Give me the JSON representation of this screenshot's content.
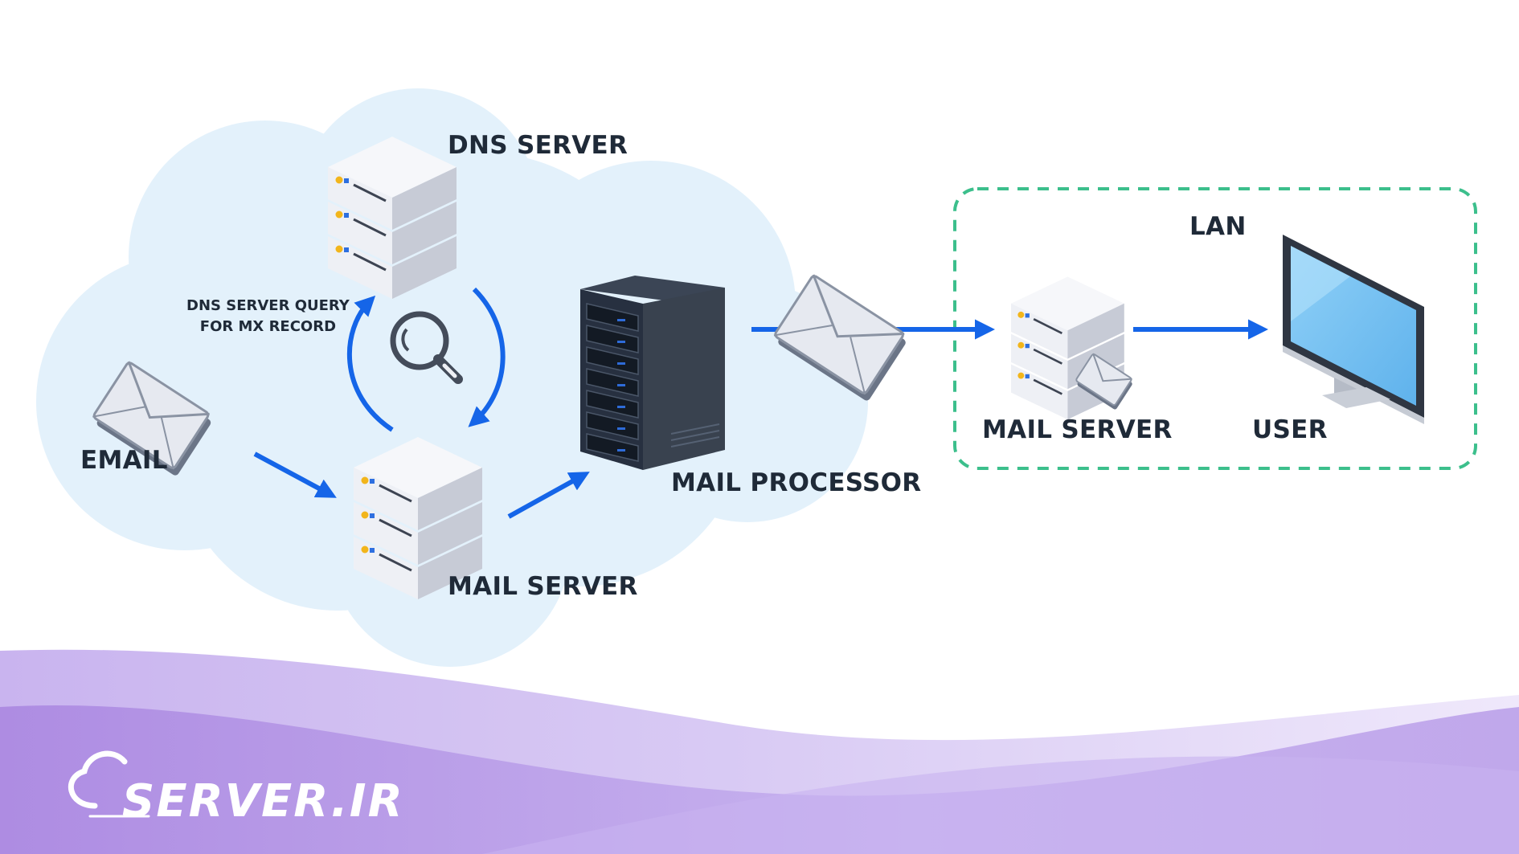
{
  "diagram": {
    "labels": {
      "dns_server": "DNS SERVER",
      "dns_query_line1": "DNS SERVER QUERY",
      "dns_query_line2": "FOR MX RECORD",
      "email": "EMAIL",
      "mail_server_cloud": "MAIL SERVER",
      "mail_processor": "MAIL PROCESSOR",
      "lan": "LAN",
      "mail_server_lan": "MAIL SERVER",
      "user": "USER"
    }
  },
  "brand": {
    "logo_text": "SERVER.IR"
  },
  "colors": {
    "cloud": "#e3f1fb",
    "arrow": "#1565e8",
    "lan_border": "#3cbf8c",
    "label": "#1f2a38",
    "wave_purple": "#b79ae6"
  },
  "icons": [
    "envelope-icon",
    "server-stack-icon",
    "magnifier-icon",
    "server-rack-icon",
    "monitor-icon",
    "cloud-logo-icon"
  ]
}
